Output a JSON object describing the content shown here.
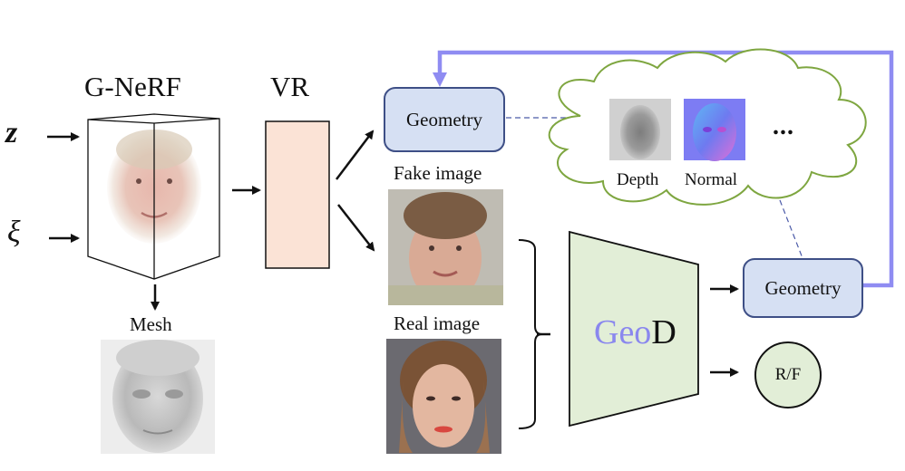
{
  "figure": {
    "inputs": {
      "z_symbol": "z",
      "xi_symbol": "ξ"
    },
    "generator": {
      "title": "G-NeRF",
      "mesh_label": "Mesh"
    },
    "renderer": {
      "title": "VR"
    },
    "geometry_top": {
      "label": "Geometry"
    },
    "images": {
      "fake_label": "Fake image",
      "real_label": "Real image"
    },
    "cloud": {
      "depth_label": "Depth",
      "normal_label": "Normal",
      "ellipsis": "..."
    },
    "discriminator": {
      "prefix": "Geo",
      "suffix": "D"
    },
    "geometry_bottom": {
      "label": "Geometry"
    },
    "output": {
      "label": "R/F"
    },
    "colors": {
      "feedback_line": "#8f8cf2",
      "geometry_fill": "#d6e0f3",
      "geometry_border": "#3e4f86",
      "vr_fill": "#fbe3d6",
      "geod_fill": "#e2eed7",
      "geod_accent": "#8a87ee",
      "cloud_stroke": "#7ea640",
      "dashed_line": "#4b5aa8"
    }
  }
}
